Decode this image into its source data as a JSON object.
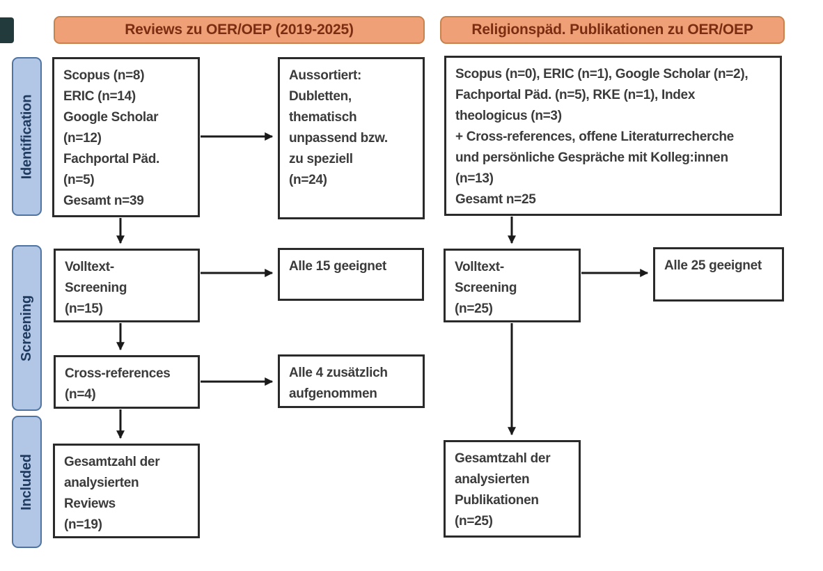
{
  "colors": {
    "header_fill": "#F0A077",
    "header_border": "#C8824E",
    "header_text": "#7B2D12",
    "stage_fill": "#B2C6E6",
    "stage_border": "#4F74A2",
    "stage_text": "#1E3A5F",
    "box_border": "#2A2A2A",
    "box_text": "#3B3B3B",
    "arrow": "#1A1A1A",
    "background": "#FFFFFF"
  },
  "headers": {
    "left": "Reviews zu OER/OEP (2019-2025)",
    "right": "Religionspäd. Publikationen zu OER/OEP"
  },
  "stages": {
    "identification": "Identification",
    "screening": "Screening",
    "included": "Included"
  },
  "boxes": {
    "left_sources": {
      "lines": [
        "Scopus (n=8)",
        "ERIC (n=14)",
        "Google Scholar",
        "(n=12)",
        "Fachportal Päd.",
        "(n=5)",
        "Gesamt n=39"
      ]
    },
    "left_excluded": {
      "lines": [
        "Aussortiert:",
        "Dubletten,",
        "thematisch",
        "unpassend bzw.",
        "zu speziell",
        "(n=24)"
      ]
    },
    "left_fulltext": {
      "lines": [
        "Volltext-",
        "Screening",
        "(n=15)"
      ]
    },
    "left_fulltext_result": {
      "lines": [
        "Alle 15 geeignet"
      ]
    },
    "left_crossref": {
      "lines": [
        "Cross-references",
        "(n=4)"
      ]
    },
    "left_crossref_result": {
      "lines": [
        "Alle 4 zusätzlich",
        "aufgenommen"
      ]
    },
    "left_total": {
      "lines": [
        "Gesamtzahl der",
        "analysierten",
        "Reviews",
        "(n=19)"
      ]
    },
    "right_sources": {
      "lines": [
        "Scopus (n=0), ERIC (n=1), Google Scholar (n=2),",
        "Fachportal Päd. (n=5), RKE (n=1), Index",
        "theologicus (n=3)",
        "+ Cross-references, offene Literaturrecherche",
        "und persönliche Gespräche mit Kolleg:innen",
        "(n=13)",
        "Gesamt n=25"
      ]
    },
    "right_fulltext": {
      "lines": [
        "Volltext-",
        "Screening",
        "(n=25)"
      ]
    },
    "right_fulltext_result": {
      "lines": [
        "Alle 25 geeignet"
      ]
    },
    "right_total": {
      "lines": [
        "Gesamtzahl der",
        "analysierten",
        "Publikationen",
        "(n=25)"
      ]
    }
  }
}
